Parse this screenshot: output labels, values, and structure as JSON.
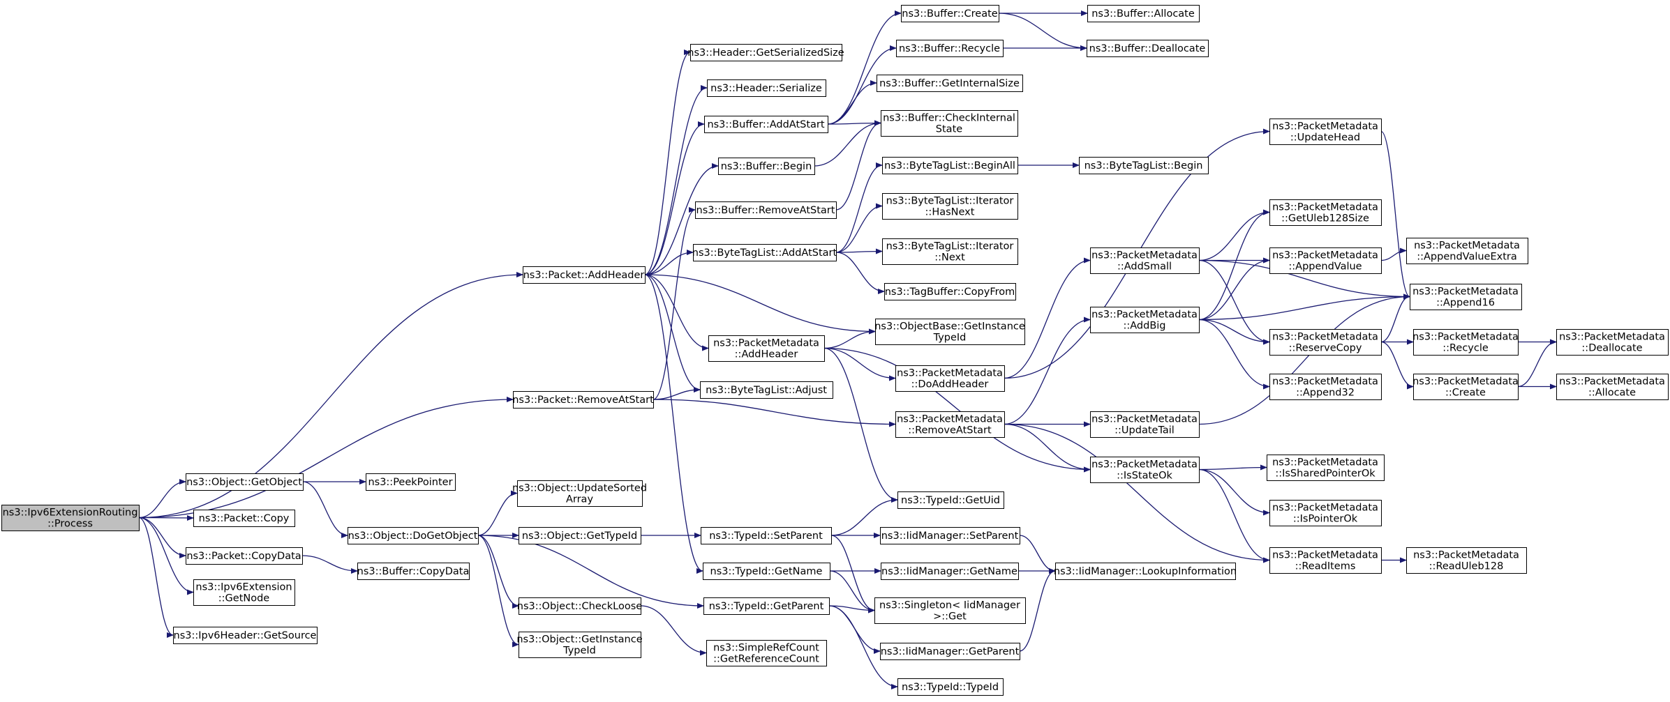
{
  "graph": {
    "colors": {
      "edge": "#191970",
      "node_border": "#000000",
      "node_fill": "#ffffff",
      "root_fill": "#bfbfbf"
    },
    "nodes": [
      {
        "id": "root",
        "lines": [
          "ns3::Ipv6ExtensionRouting",
          "::Process"
        ],
        "root": true
      },
      {
        "id": "pkt_addheader",
        "lines": [
          "ns3::Packet::AddHeader"
        ]
      },
      {
        "id": "pkt_removeatstart",
        "lines": [
          "ns3::Packet::RemoveAtStart"
        ]
      },
      {
        "id": "obj_getobject",
        "lines": [
          "ns3::Object::GetObject"
        ]
      },
      {
        "id": "pkt_copy",
        "lines": [
          "ns3::Packet::Copy"
        ]
      },
      {
        "id": "pkt_copydata",
        "lines": [
          "ns3::Packet::CopyData"
        ]
      },
      {
        "id": "ipv6ext_getnode",
        "lines": [
          "ns3::Ipv6Extension",
          "::GetNode"
        ]
      },
      {
        "id": "ipv6hdr_getsource",
        "lines": [
          "ns3::Ipv6Header::GetSource"
        ]
      },
      {
        "id": "hdr_getserializedsize",
        "lines": [
          "ns3::Header::GetSerializedSize"
        ]
      },
      {
        "id": "hdr_serialize",
        "lines": [
          "ns3::Header::Serialize"
        ]
      },
      {
        "id": "buf_addatstart",
        "lines": [
          "ns3::Buffer::AddAtStart"
        ]
      },
      {
        "id": "buf_begin",
        "lines": [
          "ns3::Buffer::Begin"
        ]
      },
      {
        "id": "buf_removeatstart",
        "lines": [
          "ns3::Buffer::RemoveAtStart"
        ]
      },
      {
        "id": "btl_addatstart",
        "lines": [
          "ns3::ByteTagList::AddAtStart"
        ]
      },
      {
        "id": "pm_addheader",
        "lines": [
          "ns3::PacketMetadata",
          "::AddHeader"
        ]
      },
      {
        "id": "btl_adjust",
        "lines": [
          "ns3::ByteTagList::Adjust"
        ]
      },
      {
        "id": "peekpointer",
        "lines": [
          "ns3::PeekPointer"
        ]
      },
      {
        "id": "obj_dogetobject",
        "lines": [
          "ns3::Object::DoGetObject"
        ]
      },
      {
        "id": "buf_copydata",
        "lines": [
          "ns3::Buffer::CopyData"
        ]
      },
      {
        "id": "obj_updatesortedarray",
        "lines": [
          "ns3::Object::UpdateSorted",
          "Array"
        ]
      },
      {
        "id": "obj_gettypeid",
        "lines": [
          "ns3::Object::GetTypeId"
        ]
      },
      {
        "id": "obj_checkloose",
        "lines": [
          "ns3::Object::CheckLoose"
        ]
      },
      {
        "id": "obj_getinstancetypeid",
        "lines": [
          "ns3::Object::GetInstance",
          "TypeId"
        ]
      },
      {
        "id": "buf_create",
        "lines": [
          "ns3::Buffer::Create"
        ]
      },
      {
        "id": "buf_recycle",
        "lines": [
          "ns3::Buffer::Recycle"
        ]
      },
      {
        "id": "buf_getinternalsize",
        "lines": [
          "ns3::Buffer::GetInternalSize"
        ]
      },
      {
        "id": "buf_checkinternalstate",
        "lines": [
          "ns3::Buffer::CheckInternal",
          "State"
        ]
      },
      {
        "id": "btl_beginall",
        "lines": [
          "ns3::ByteTagList::BeginAll"
        ]
      },
      {
        "id": "btl_iter_hasnext",
        "lines": [
          "ns3::ByteTagList::Iterator",
          "::HasNext"
        ]
      },
      {
        "id": "btl_iter_next",
        "lines": [
          "ns3::ByteTagList::Iterator",
          "::Next"
        ]
      },
      {
        "id": "tagbuffer_copyfrom",
        "lines": [
          "ns3::TagBuffer::CopyFrom"
        ]
      },
      {
        "id": "objbase_getinstancetypeid",
        "lines": [
          "ns3::ObjectBase::GetInstance",
          "TypeId"
        ]
      },
      {
        "id": "pm_doaddheader",
        "lines": [
          "ns3::PacketMetadata",
          "::DoAddHeader"
        ]
      },
      {
        "id": "pm_removeatstart",
        "lines": [
          "ns3::PacketMetadata",
          "::RemoveAtStart"
        ]
      },
      {
        "id": "typeid_getuid",
        "lines": [
          "ns3::TypeId::GetUid"
        ]
      },
      {
        "id": "typeid_setparent",
        "lines": [
          "ns3::TypeId::SetParent"
        ]
      },
      {
        "id": "typeid_getname",
        "lines": [
          "ns3::TypeId::GetName"
        ]
      },
      {
        "id": "typeid_getparent",
        "lines": [
          "ns3::TypeId::GetParent"
        ]
      },
      {
        "id": "src_getreferencecount",
        "lines": [
          "ns3::SimpleRefCount",
          "::GetReferenceCount"
        ]
      },
      {
        "id": "buf_allocate",
        "lines": [
          "ns3::Buffer::Allocate"
        ]
      },
      {
        "id": "buf_deallocate",
        "lines": [
          "ns3::Buffer::Deallocate"
        ]
      },
      {
        "id": "btl_begin",
        "lines": [
          "ns3::ByteTagList::Begin"
        ]
      },
      {
        "id": "pm_addsmall",
        "lines": [
          "ns3::PacketMetadata",
          "::AddSmall"
        ]
      },
      {
        "id": "pm_addbig",
        "lines": [
          "ns3::PacketMetadata",
          "::AddBig"
        ]
      },
      {
        "id": "pm_updatetail",
        "lines": [
          "ns3::PacketMetadata",
          "::UpdateTail"
        ]
      },
      {
        "id": "pm_isstateok",
        "lines": [
          "ns3::PacketMetadata",
          "::IsStateOk"
        ]
      },
      {
        "id": "iid_setparent",
        "lines": [
          "ns3::IidManager::SetParent"
        ]
      },
      {
        "id": "iid_getname",
        "lines": [
          "ns3::IidManager::GetName"
        ]
      },
      {
        "id": "singleton_get",
        "lines": [
          "ns3::Singleton< IidManager",
          ">::Get"
        ]
      },
      {
        "id": "iid_getparent",
        "lines": [
          "ns3::IidManager::GetParent"
        ]
      },
      {
        "id": "typeid_typeid",
        "lines": [
          "ns3::TypeId::TypeId"
        ]
      },
      {
        "id": "iid_lookupinformation",
        "lines": [
          "ns3::IidManager::LookupInformation"
        ]
      },
      {
        "id": "pm_updatehead",
        "lines": [
          "ns3::PacketMetadata",
          "::UpdateHead"
        ]
      },
      {
        "id": "pm_getuleb128size",
        "lines": [
          "ns3::PacketMetadata",
          "::GetUleb128Size"
        ]
      },
      {
        "id": "pm_appendvalue",
        "lines": [
          "ns3::PacketMetadata",
          "::AppendValue"
        ]
      },
      {
        "id": "pm_reservecopy",
        "lines": [
          "ns3::PacketMetadata",
          "::ReserveCopy"
        ]
      },
      {
        "id": "pm_append32",
        "lines": [
          "ns3::PacketMetadata",
          "::Append32"
        ]
      },
      {
        "id": "pm_issharedpointerok",
        "lines": [
          "ns3::PacketMetadata",
          "::IsSharedPointerOk"
        ]
      },
      {
        "id": "pm_ispointerok",
        "lines": [
          "ns3::PacketMetadata",
          "::IsPointerOk"
        ]
      },
      {
        "id": "pm_readitems",
        "lines": [
          "ns3::PacketMetadata",
          "::ReadItems"
        ]
      },
      {
        "id": "pm_appendvalueextra",
        "lines": [
          "ns3::PacketMetadata",
          "::AppendValueExtra"
        ]
      },
      {
        "id": "pm_append16",
        "lines": [
          "ns3::PacketMetadata",
          "::Append16"
        ]
      },
      {
        "id": "pm_recycle",
        "lines": [
          "ns3::PacketMetadata",
          "::Recycle"
        ]
      },
      {
        "id": "pm_create",
        "lines": [
          "ns3::PacketMetadata",
          "::Create"
        ]
      },
      {
        "id": "pm_readuleb128",
        "lines": [
          "ns3::PacketMetadata",
          "::ReadUleb128"
        ]
      },
      {
        "id": "pm_deallocate",
        "lines": [
          "ns3::PacketMetadata",
          "::Deallocate"
        ]
      },
      {
        "id": "pm_allocate",
        "lines": [
          "ns3::PacketMetadata",
          "::Allocate"
        ]
      }
    ],
    "edges": [
      [
        "root",
        "pkt_addheader"
      ],
      [
        "root",
        "pkt_removeatstart"
      ],
      [
        "root",
        "obj_getobject"
      ],
      [
        "root",
        "pkt_copy"
      ],
      [
        "root",
        "pkt_copydata"
      ],
      [
        "root",
        "ipv6ext_getnode"
      ],
      [
        "root",
        "ipv6hdr_getsource"
      ],
      [
        "pkt_addheader",
        "hdr_getserializedsize"
      ],
      [
        "pkt_addheader",
        "hdr_serialize"
      ],
      [
        "pkt_addheader",
        "buf_addatstart"
      ],
      [
        "pkt_addheader",
        "buf_begin"
      ],
      [
        "pkt_addheader",
        "btl_addatstart"
      ],
      [
        "pkt_addheader",
        "objbase_getinstancetypeid"
      ],
      [
        "pkt_addheader",
        "pm_addheader"
      ],
      [
        "pkt_addheader",
        "btl_adjust"
      ],
      [
        "pkt_addheader",
        "typeid_getname"
      ],
      [
        "pkt_removeatstart",
        "buf_removeatstart"
      ],
      [
        "pkt_removeatstart",
        "btl_adjust"
      ],
      [
        "pkt_removeatstart",
        "pm_removeatstart"
      ],
      [
        "obj_getobject",
        "peekpointer"
      ],
      [
        "obj_getobject",
        "obj_dogetobject"
      ],
      [
        "pkt_copydata",
        "buf_copydata"
      ],
      [
        "obj_dogetobject",
        "obj_updatesortedarray"
      ],
      [
        "obj_dogetobject",
        "obj_gettypeid"
      ],
      [
        "obj_dogetobject",
        "obj_checkloose"
      ],
      [
        "obj_dogetobject",
        "obj_getinstancetypeid"
      ],
      [
        "obj_dogetobject",
        "typeid_getparent"
      ],
      [
        "obj_gettypeid",
        "typeid_setparent"
      ],
      [
        "obj_checkloose",
        "src_getreferencecount"
      ],
      [
        "buf_addatstart",
        "buf_create"
      ],
      [
        "buf_addatstart",
        "buf_recycle"
      ],
      [
        "buf_addatstart",
        "buf_getinternalsize"
      ],
      [
        "buf_addatstart",
        "buf_checkinternalstate"
      ],
      [
        "buf_begin",
        "buf_checkinternalstate"
      ],
      [
        "buf_removeatstart",
        "buf_checkinternalstate"
      ],
      [
        "buf_create",
        "buf_allocate"
      ],
      [
        "buf_create",
        "buf_deallocate"
      ],
      [
        "buf_recycle",
        "buf_deallocate"
      ],
      [
        "btl_addatstart",
        "btl_beginall"
      ],
      [
        "btl_addatstart",
        "btl_iter_hasnext"
      ],
      [
        "btl_addatstart",
        "btl_iter_next"
      ],
      [
        "btl_addatstart",
        "tagbuffer_copyfrom"
      ],
      [
        "btl_beginall",
        "btl_begin"
      ],
      [
        "pm_addheader",
        "objbase_getinstancetypeid"
      ],
      [
        "pm_addheader",
        "pm_doaddheader"
      ],
      [
        "pm_addheader",
        "typeid_getuid"
      ],
      [
        "pm_addheader",
        "pm_isstateok"
      ],
      [
        "pm_doaddheader",
        "pm_addsmall"
      ],
      [
        "pm_doaddheader",
        "pm_updatehead"
      ],
      [
        "pm_removeatstart",
        "pm_addbig"
      ],
      [
        "pm_removeatstart",
        "pm_updatetail"
      ],
      [
        "pm_removeatstart",
        "pm_isstateok"
      ],
      [
        "pm_removeatstart",
        "pm_readitems"
      ],
      [
        "typeid_setparent",
        "typeid_getuid"
      ],
      [
        "typeid_setparent",
        "iid_setparent"
      ],
      [
        "typeid_setparent",
        "singleton_get"
      ],
      [
        "typeid_getname",
        "iid_getname"
      ],
      [
        "typeid_getname",
        "singleton_get"
      ],
      [
        "typeid_getparent",
        "singleton_get"
      ],
      [
        "typeid_getparent",
        "iid_getparent"
      ],
      [
        "typeid_getparent",
        "typeid_typeid"
      ],
      [
        "iid_setparent",
        "iid_lookupinformation"
      ],
      [
        "iid_getname",
        "iid_lookupinformation"
      ],
      [
        "iid_getparent",
        "iid_lookupinformation"
      ],
      [
        "pm_addsmall",
        "pm_getuleb128size"
      ],
      [
        "pm_addsmall",
        "pm_appendvalue"
      ],
      [
        "pm_addsmall",
        "pm_reservecopy"
      ],
      [
        "pm_addsmall",
        "pm_append16"
      ],
      [
        "pm_addbig",
        "pm_getuleb128size"
      ],
      [
        "pm_addbig",
        "pm_appendvalue"
      ],
      [
        "pm_addbig",
        "pm_reservecopy"
      ],
      [
        "pm_addbig",
        "pm_append32"
      ],
      [
        "pm_addbig",
        "pm_append16"
      ],
      [
        "pm_updatetail",
        "pm_append16"
      ],
      [
        "pm_updatehead",
        "pm_append16"
      ],
      [
        "pm_isstateok",
        "pm_issharedpointerok"
      ],
      [
        "pm_isstateok",
        "pm_ispointerok"
      ],
      [
        "pm_isstateok",
        "pm_readitems"
      ],
      [
        "pm_appendvalue",
        "pm_appendvalueextra"
      ],
      [
        "pm_reservecopy",
        "pm_append16"
      ],
      [
        "pm_reservecopy",
        "pm_recycle"
      ],
      [
        "pm_reservecopy",
        "pm_create"
      ],
      [
        "pm_readitems",
        "pm_readuleb128"
      ],
      [
        "pm_recycle",
        "pm_deallocate"
      ],
      [
        "pm_create",
        "pm_deallocate"
      ],
      [
        "pm_create",
        "pm_allocate"
      ]
    ]
  }
}
